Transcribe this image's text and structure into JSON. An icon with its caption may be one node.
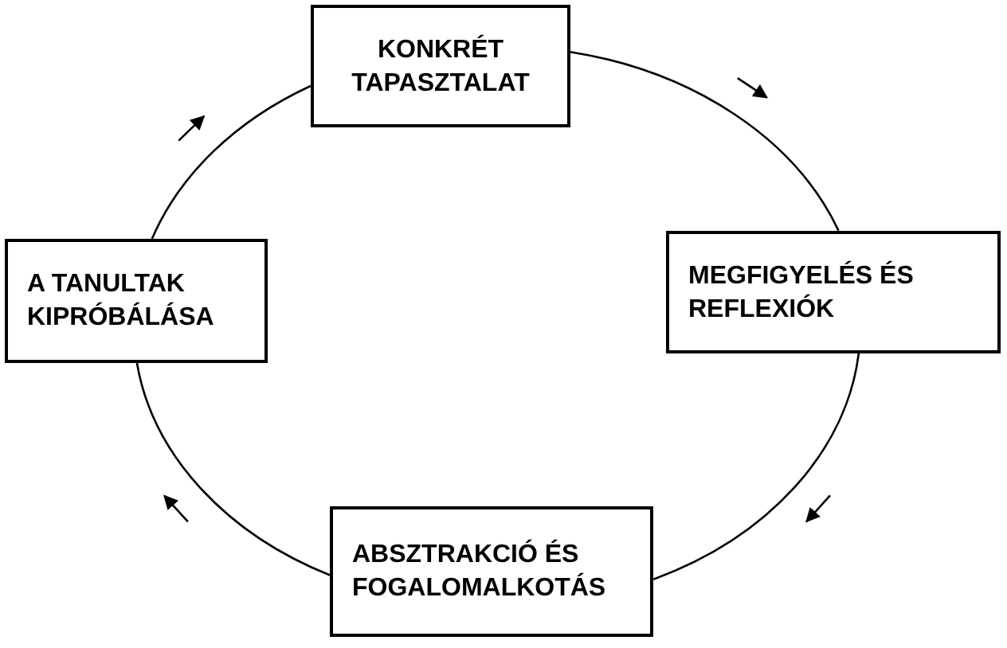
{
  "diagram": {
    "nodes": [
      {
        "text": [
          "KONKRÉT TAPASZTALAT"
        ]
      },
      {
        "text": [
          "MEGFIGYELÉS ÉS REFLEXIÓK"
        ]
      },
      {
        "text": [
          "ABSZTRAKCIÓ ÉS FOGALOMALKOTÁS"
        ]
      },
      {
        "text": [
          "A TANULTAK KIPRÓBÁLÁSA"
        ]
      }
    ],
    "edges": [
      {
        "from": 0,
        "to": 1,
        "arrow": "none"
      },
      {
        "from": 1,
        "to": 2,
        "arrow": "none"
      },
      {
        "from": 2,
        "to": 3,
        "arrow": "none"
      },
      {
        "from": 3,
        "to": 0,
        "arrow": "none"
      }
    ]
  }
}
